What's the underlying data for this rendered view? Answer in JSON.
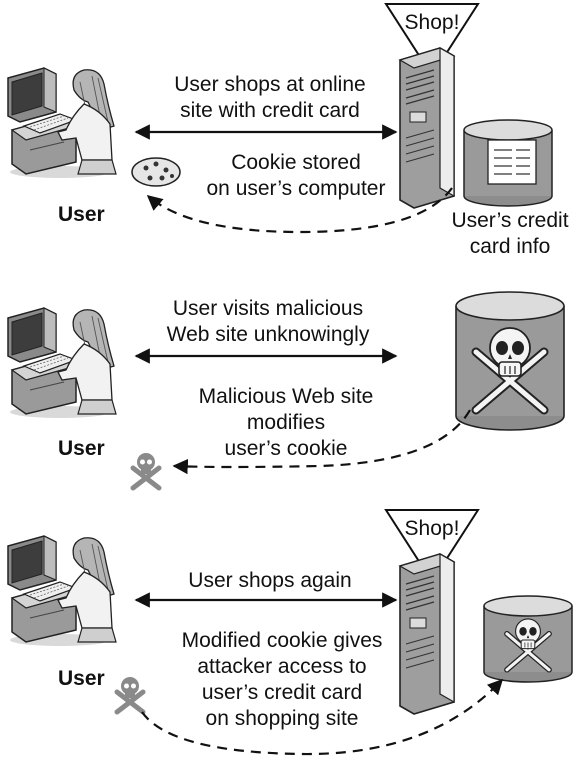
{
  "panels": [
    {
      "user_label": "User",
      "arrow_top": [
        "User shops at online",
        "site with credit card"
      ],
      "arrow_bottom": [
        "Cookie stored",
        "on user’s computer"
      ],
      "sign": "Shop!",
      "card_caption": [
        "User’s credit",
        "card info"
      ]
    },
    {
      "user_label": "User",
      "arrow_top": [
        "User visits malicious",
        "Web site unknowingly"
      ],
      "arrow_bottom": [
        "Malicious Web site",
        "modifies",
        "user’s cookie"
      ]
    },
    {
      "user_label": "User",
      "arrow_top": [
        "User shops again"
      ],
      "arrow_bottom": [
        "Modified cookie gives",
        "attacker access to",
        "user’s credit card",
        "on shopping site"
      ],
      "sign": "Shop!"
    }
  ]
}
